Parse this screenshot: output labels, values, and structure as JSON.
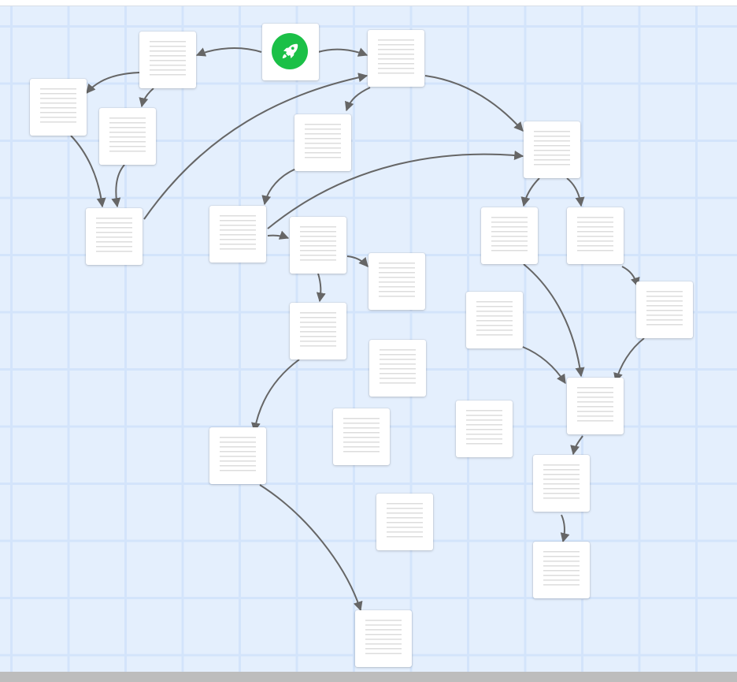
{
  "diagram": {
    "colors": {
      "background": "#e4effd",
      "grid": "#d3e4fb",
      "node": "#ffffff",
      "edge": "#666666",
      "start": "#1bc047"
    },
    "start_icon": "rocket-icon",
    "nodes": [
      {
        "id": "start",
        "kind": "start"
      },
      {
        "id": "n1"
      },
      {
        "id": "n2"
      },
      {
        "id": "n3"
      },
      {
        "id": "n4"
      },
      {
        "id": "n5"
      },
      {
        "id": "n6"
      },
      {
        "id": "n7"
      },
      {
        "id": "n8"
      },
      {
        "id": "n9"
      },
      {
        "id": "n10"
      },
      {
        "id": "n11"
      },
      {
        "id": "n12"
      },
      {
        "id": "n13"
      },
      {
        "id": "n14"
      },
      {
        "id": "n15"
      },
      {
        "id": "n16"
      },
      {
        "id": "n17"
      },
      {
        "id": "n18"
      },
      {
        "id": "n19"
      },
      {
        "id": "n20"
      },
      {
        "id": "n21"
      },
      {
        "id": "n22"
      },
      {
        "id": "n23"
      },
      {
        "id": "n24"
      },
      {
        "id": "n25"
      },
      {
        "id": "n26"
      }
    ],
    "edges": [
      {
        "from": "start",
        "to": "n1"
      },
      {
        "from": "start",
        "to": "n2"
      },
      {
        "from": "n1",
        "to": "n3"
      },
      {
        "from": "n1",
        "to": "n4"
      },
      {
        "from": "n3",
        "to": "n5"
      },
      {
        "from": "n4",
        "to": "n5"
      },
      {
        "from": "n5",
        "to": "n2"
      },
      {
        "from": "n2",
        "to": "n6"
      },
      {
        "from": "n2",
        "to": "n7"
      },
      {
        "from": "n6",
        "to": "n8"
      },
      {
        "from": "n8",
        "to": "n7"
      },
      {
        "from": "n8",
        "to": "n9"
      },
      {
        "from": "n7",
        "to": "n11"
      },
      {
        "from": "n7",
        "to": "n12"
      },
      {
        "from": "n9",
        "to": "n10"
      },
      {
        "from": "n9",
        "to": "n14"
      },
      {
        "from": "n10",
        "to": "n15"
      },
      {
        "from": "n10",
        "to": "n19"
      },
      {
        "from": "n11",
        "to": "n17"
      },
      {
        "from": "n11",
        "to": "n16"
      },
      {
        "from": "n12",
        "to": "n16"
      },
      {
        "from": "n12",
        "to": "n13"
      },
      {
        "from": "n13",
        "to": "n17"
      },
      {
        "from": "n14",
        "to": "n18"
      },
      {
        "from": "n14",
        "to": "n20"
      },
      {
        "from": "n15",
        "to": "n17"
      },
      {
        "from": "n16",
        "to": "n19"
      },
      {
        "from": "n16",
        "to": "n21"
      },
      {
        "from": "n17",
        "to": "n22"
      },
      {
        "from": "n18",
        "to": "n23"
      },
      {
        "from": "n18",
        "to": "n21"
      },
      {
        "from": "n19",
        "to": "n22"
      },
      {
        "from": "n20",
        "to": "n23"
      },
      {
        "from": "n21",
        "to": "n23"
      },
      {
        "from": "n22",
        "to": "n24"
      },
      {
        "from": "n23",
        "to": "n25"
      },
      {
        "from": "n24",
        "to": "n22"
      },
      {
        "from": "n19",
        "to": "n26"
      },
      {
        "from": "n26",
        "to": "n22"
      }
    ]
  }
}
